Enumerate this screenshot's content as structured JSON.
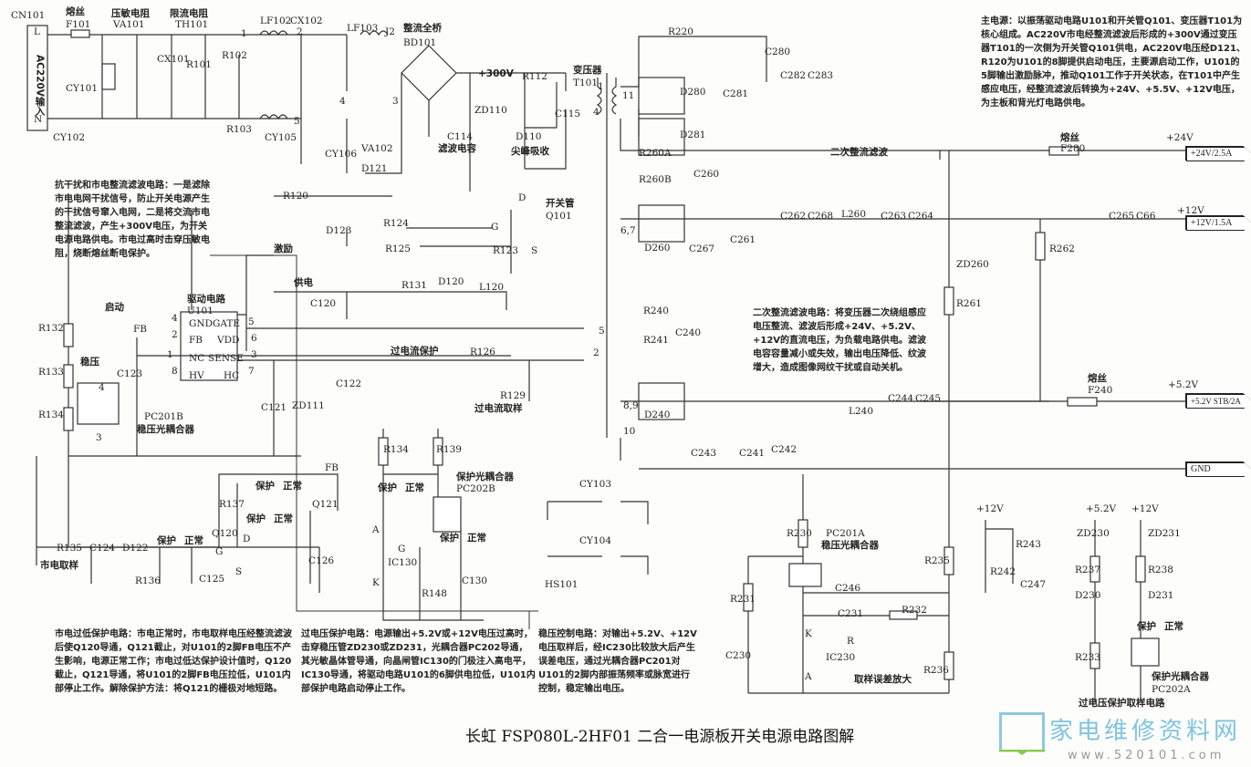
{
  "title": "长虹 FSP080L-2HF01 二合一电源板开关电源电路图解",
  "watermark": {
    "logo_text": "家电维修资料网",
    "url": "www.520101.com"
  },
  "outputs": {
    "v24": "+24V/2.5A",
    "v12": "+12V/1.5A",
    "v52": "+5.2V  STB/2A",
    "gnd": "GND"
  },
  "notes": {
    "main_power": "主电源：以振荡驱动电路U101和开关管Q101、变压器T101为核心组成。AC220V市电经整流滤波后形成的+300V通过变压器T101的一次侧为开关管Q101供电，AC220V电压经D121、R120为U101的8脚提供启动电压，主要源启动工作，U101的5脚输出激励脉冲，推动Q101工作于开关状态，在T101中产生感应电压，经整流滤波后转换为+24V、+5.5V、+12V电压，为主板和背光灯电路供电。",
    "emi_filter": "抗干扰和市电整流滤波电路：一是滤除市电电网干扰信号，防止开关电源产生的干扰信号窜入电网，二是将交流市电整流滤波，产生+300V电压，为开关电源电路供电。市电过高时击穿压敏电阻，烧断熔丝断电保护。",
    "secondary": "二次整流滤波电路：将变压器二次绕组感应电压整流、滤波后形成+24V、+5.2V、+12V的直流电压，为负载电路供电。滤波电容容量减小或失效，输出电压降低、纹波增大，造成图像网纹干扰或自动关机。",
    "undervoltage": "市电过低保护电路：市电正常时，市电取样电压经整流滤波后使Q120导通，Q121截止，对U101的2脚FB电压不产生影响，电源正常工作；市电过低达保护设计值时，Q120截止，Q121导通，将U101的2脚FB电压拉低，U101内部停止工作。解除保护方法：将Q121的栅极对地短路。",
    "overvoltage": "过电压保护电路：电源输出+5.2V或+12V电压过高时，击穿稳压管ZD230或ZD231，光耦合器PC202导通，其光敏晶体管导通，向晶闸管IC130的门极注入高电平，IC130导通，将驱动电路U101的6脚供电拉低，U101内部保护电路启动停止工作。",
    "regulation": "稳压控制电路：对输出+5.2V、+12V电压取样后，经IC230比较放大后产生误差电压，通过光耦合器PC201对U101的2脚内部振荡频率或脉宽进行控制，稳定输出电压。"
  },
  "labels": {
    "cn101": "CN101",
    "l": "L",
    "n": "N",
    "ac_in": "AC220V输入",
    "f101_t": "熔丝",
    "f101": "F101",
    "va101_t": "压敏电阻",
    "va101": "VA101",
    "th101_t": "限流电阻",
    "th101": "TH101",
    "lf102": "LF102",
    "cx102": "CX102",
    "lf103": "LF103",
    "bd101_t": "整流全桥",
    "bd101": "BD101",
    "cy101": "CY101",
    "cx101": "CX101",
    "r101": "R101",
    "r102": "R102",
    "r103": "R103",
    "cy102": "CY102",
    "cy105": "CY105",
    "cy106": "CY106",
    "va102": "VA102",
    "d121": "D121",
    "p1": "1",
    "p2": "2",
    "p3": "3",
    "p4": "4",
    "p5": "5",
    "pj2": "J2",
    "v300": "+300V",
    "r112": "R112",
    "zd110": "ZD110",
    "d110": "D110",
    "c115": "C115",
    "c114": "C114",
    "c114_t": "滤波电容",
    "spike": "尖峰吸收",
    "t101_t": "变压器",
    "t101": "T101",
    "t1": "1",
    "t4": "4",
    "t11": "11",
    "t67": "6,7",
    "t5": "5",
    "t2": "2",
    "t89": "8,9",
    "t10": "10",
    "r220": "R220",
    "c280": "C280",
    "d280": "D280",
    "c282": "C282",
    "c283": "C283",
    "c281": "C281",
    "d281": "D281",
    "sec_rect": "二次整流滤波",
    "f280_t": "熔丝",
    "f280": "F280",
    "v24": "+24V",
    "r260a": "R260A",
    "r260b": "R260B",
    "c260": "C260",
    "d260": "D260",
    "c262": "C262",
    "c268": "C268",
    "l260": "L260",
    "c263": "C263",
    "c264": "C264",
    "c267": "C267",
    "c261": "C261",
    "v12": "+12V",
    "c265": "C265",
    "c66": "C66",
    "r262": "R262",
    "zd260": "ZD260",
    "r261": "R261",
    "r240": "R240",
    "r241": "R241",
    "c240": "C240",
    "d240": "D240",
    "l240": "L240",
    "c244": "C244",
    "c245": "C245",
    "c243": "C243",
    "c241": "C241",
    "c242": "C242",
    "f240_t": "熔丝",
    "f240": "F240",
    "v52": "+5.2V",
    "r120": "R120",
    "d123": "D123",
    "r124": "R124",
    "r125": "R125",
    "r123": "R123",
    "drive": "激励",
    "q101_t": "开关管",
    "q101": "Q101",
    "q101_d": "D",
    "q101_g": "G",
    "q101_s": "S",
    "supply": "供电",
    "c120": "C120",
    "r131": "R131",
    "d120": "D120",
    "l120": "L120",
    "start": "启动",
    "u101_t": "驱动电路",
    "u101": "U101",
    "pin_gnd": "GND",
    "pin_gate": "GATE",
    "pin_fb": "FB",
    "pin_vdd": "VDD",
    "pin_nc": "NC",
    "pin_sense": "SENSE",
    "pin_hv": "HV",
    "pin_hc": "HC",
    "u4": "4",
    "u5": "5",
    "u2": "2",
    "u6": "6",
    "u1": "1",
    "u3": "3",
    "u8": "8",
    "u7": "7",
    "fb_top": "FB",
    "ocp": "过电流保护",
    "r126": "R126",
    "r129": "R129",
    "ocp_s": "过电流取样",
    "c121": "C121",
    "zd111": "ZD111",
    "c122": "C122",
    "r132": "R132",
    "r133": "R133",
    "r134l": "R134",
    "reg": "稳压",
    "c123": "C123",
    "pc201b": "PC201B",
    "pc201b_t": "稳压光耦合器",
    "pc4": "4",
    "pc3": "3",
    "r137": "R137",
    "q120": "Q120",
    "q121": "Q121",
    "c126": "C126",
    "fb2": "FB",
    "prot1": "保护",
    "norm1": "正常",
    "prot2": "保护",
    "norm2": "正常",
    "prot3": "保护",
    "norm3": "正常",
    "r135": "R135",
    "c124": "C124",
    "d122": "D122",
    "r136": "R136",
    "c125": "C125",
    "mains_s": "市电取样",
    "q120_g": "G",
    "q120_d": "D",
    "q120_s": "S",
    "r134": "R134",
    "r139": "R139",
    "pc202b_t": "保护光耦合器",
    "pc202b": "PC202B",
    "ic130": "IC130",
    "ic_k": "K",
    "ic_a": "A",
    "ic_g": "G",
    "r148": "R148",
    "c130": "C130",
    "prot4": "保护",
    "norm4": "正常",
    "prot5": "保护",
    "norm5": "正常",
    "cy103": "CY103",
    "cy104": "CY104",
    "hs101": "HS101",
    "v12b": "+12V",
    "v52b": "+5.2V",
    "v12c": "+12V",
    "r230": "R230",
    "pc201a": "PC201A",
    "pc201a_t": "稳压光耦合器",
    "c246": "C246",
    "r243": "R243",
    "r242": "R242",
    "c247": "C247",
    "r235": "R235",
    "zd230": "ZD230",
    "zd231": "ZD231",
    "r237": "R237",
    "r238": "R238",
    "d230": "D230",
    "d231": "D231",
    "r231": "R231",
    "c231": "C231",
    "r232": "R232",
    "ic230": "IC230",
    "c230": "C230",
    "r236": "R236",
    "sample_amp": "取样误差放大",
    "r233": "R233",
    "pc202a_t": "保护光耦合器",
    "pc202a": "PC202A",
    "ovp_s": "过电压保护取样电路",
    "prot6": "保护",
    "norm6": "正常",
    "ic230_k": "K",
    "ic230_a": "A",
    "ic230_r": "R"
  }
}
